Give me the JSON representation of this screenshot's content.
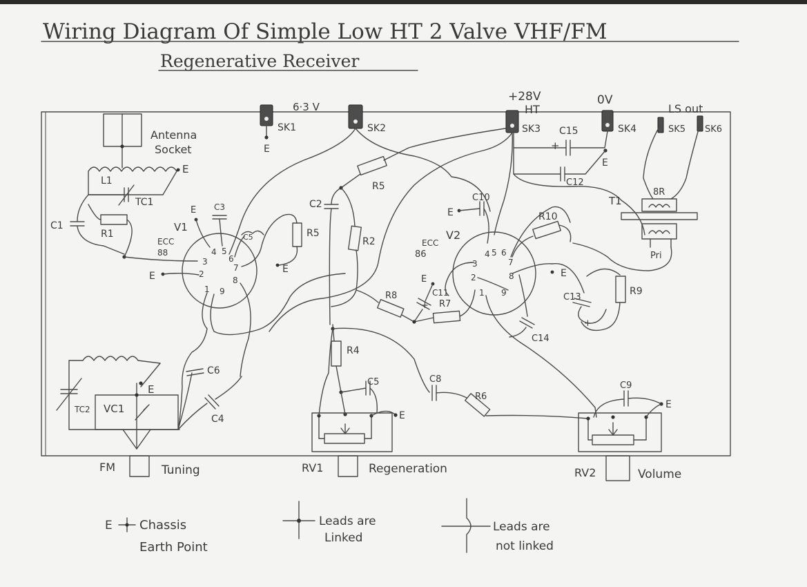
{
  "title": {
    "line1": "Wiring Diagram Of Simple Low HT 2 Valve VHF/FM",
    "line2": "Regenerative Receiver"
  },
  "supply": {
    "v63": "6·3 V",
    "v28": "+28V",
    "ht": "HT",
    "v0": "0V",
    "ls_out": "LS out"
  },
  "sockets": {
    "sk1": "SK1",
    "sk2": "SK2",
    "sk3": "SK3",
    "sk4": "SK4",
    "sk5": "SK5",
    "sk6": "SK6"
  },
  "antenna": {
    "label1": "Antenna",
    "label2": "Socket"
  },
  "components": {
    "l1": "L1",
    "tc1": "TC1",
    "c1": "C1",
    "r1": "R1",
    "v1": "V1",
    "ecc88_1": "ECC",
    "ecc88_2": "88",
    "c3": "C3",
    "c5a": "C5",
    "r5a": "R5",
    "c2": "C2",
    "r2": "R2",
    "r5b": "R5",
    "v2": "V2",
    "ecc86_1": "ECC",
    "ecc86_2": "86",
    "c10": "C10",
    "r10": "R10",
    "c11": "C11",
    "r7": "R7",
    "r8": "R8",
    "c13": "C13",
    "r9": "R9",
    "c14": "C14",
    "c15": "C15",
    "c12": "C12",
    "t1": "T1",
    "r8ohm": "8R",
    "pri": "Pri",
    "c6": "C6",
    "c4": "C4",
    "tc2": "TC2",
    "vc1": "VC1",
    "r4": "R4",
    "c5b": "C5",
    "c8": "C8",
    "r6": "R6",
    "c9": "C9"
  },
  "v1_pins": [
    "1",
    "2",
    "3",
    "4",
    "5",
    "6",
    "7",
    "8",
    "9"
  ],
  "v2_pins": [
    "1",
    "2",
    "3",
    "4",
    "5",
    "6",
    "7",
    "8",
    "9"
  ],
  "earth": "E",
  "plus": "+",
  "controls": {
    "fm": "FM",
    "tuning": "Tuning",
    "rv1": "RV1",
    "regeneration": "Regeneration",
    "rv2": "RV2",
    "volume": "Volume"
  },
  "legend": {
    "e": "E",
    "chassis1": "Chassis",
    "chassis2": "Earth Point",
    "linked1": "Leads are",
    "linked2": "Linked",
    "notlinked1": "Leads are",
    "notlinked2": "not linked"
  }
}
